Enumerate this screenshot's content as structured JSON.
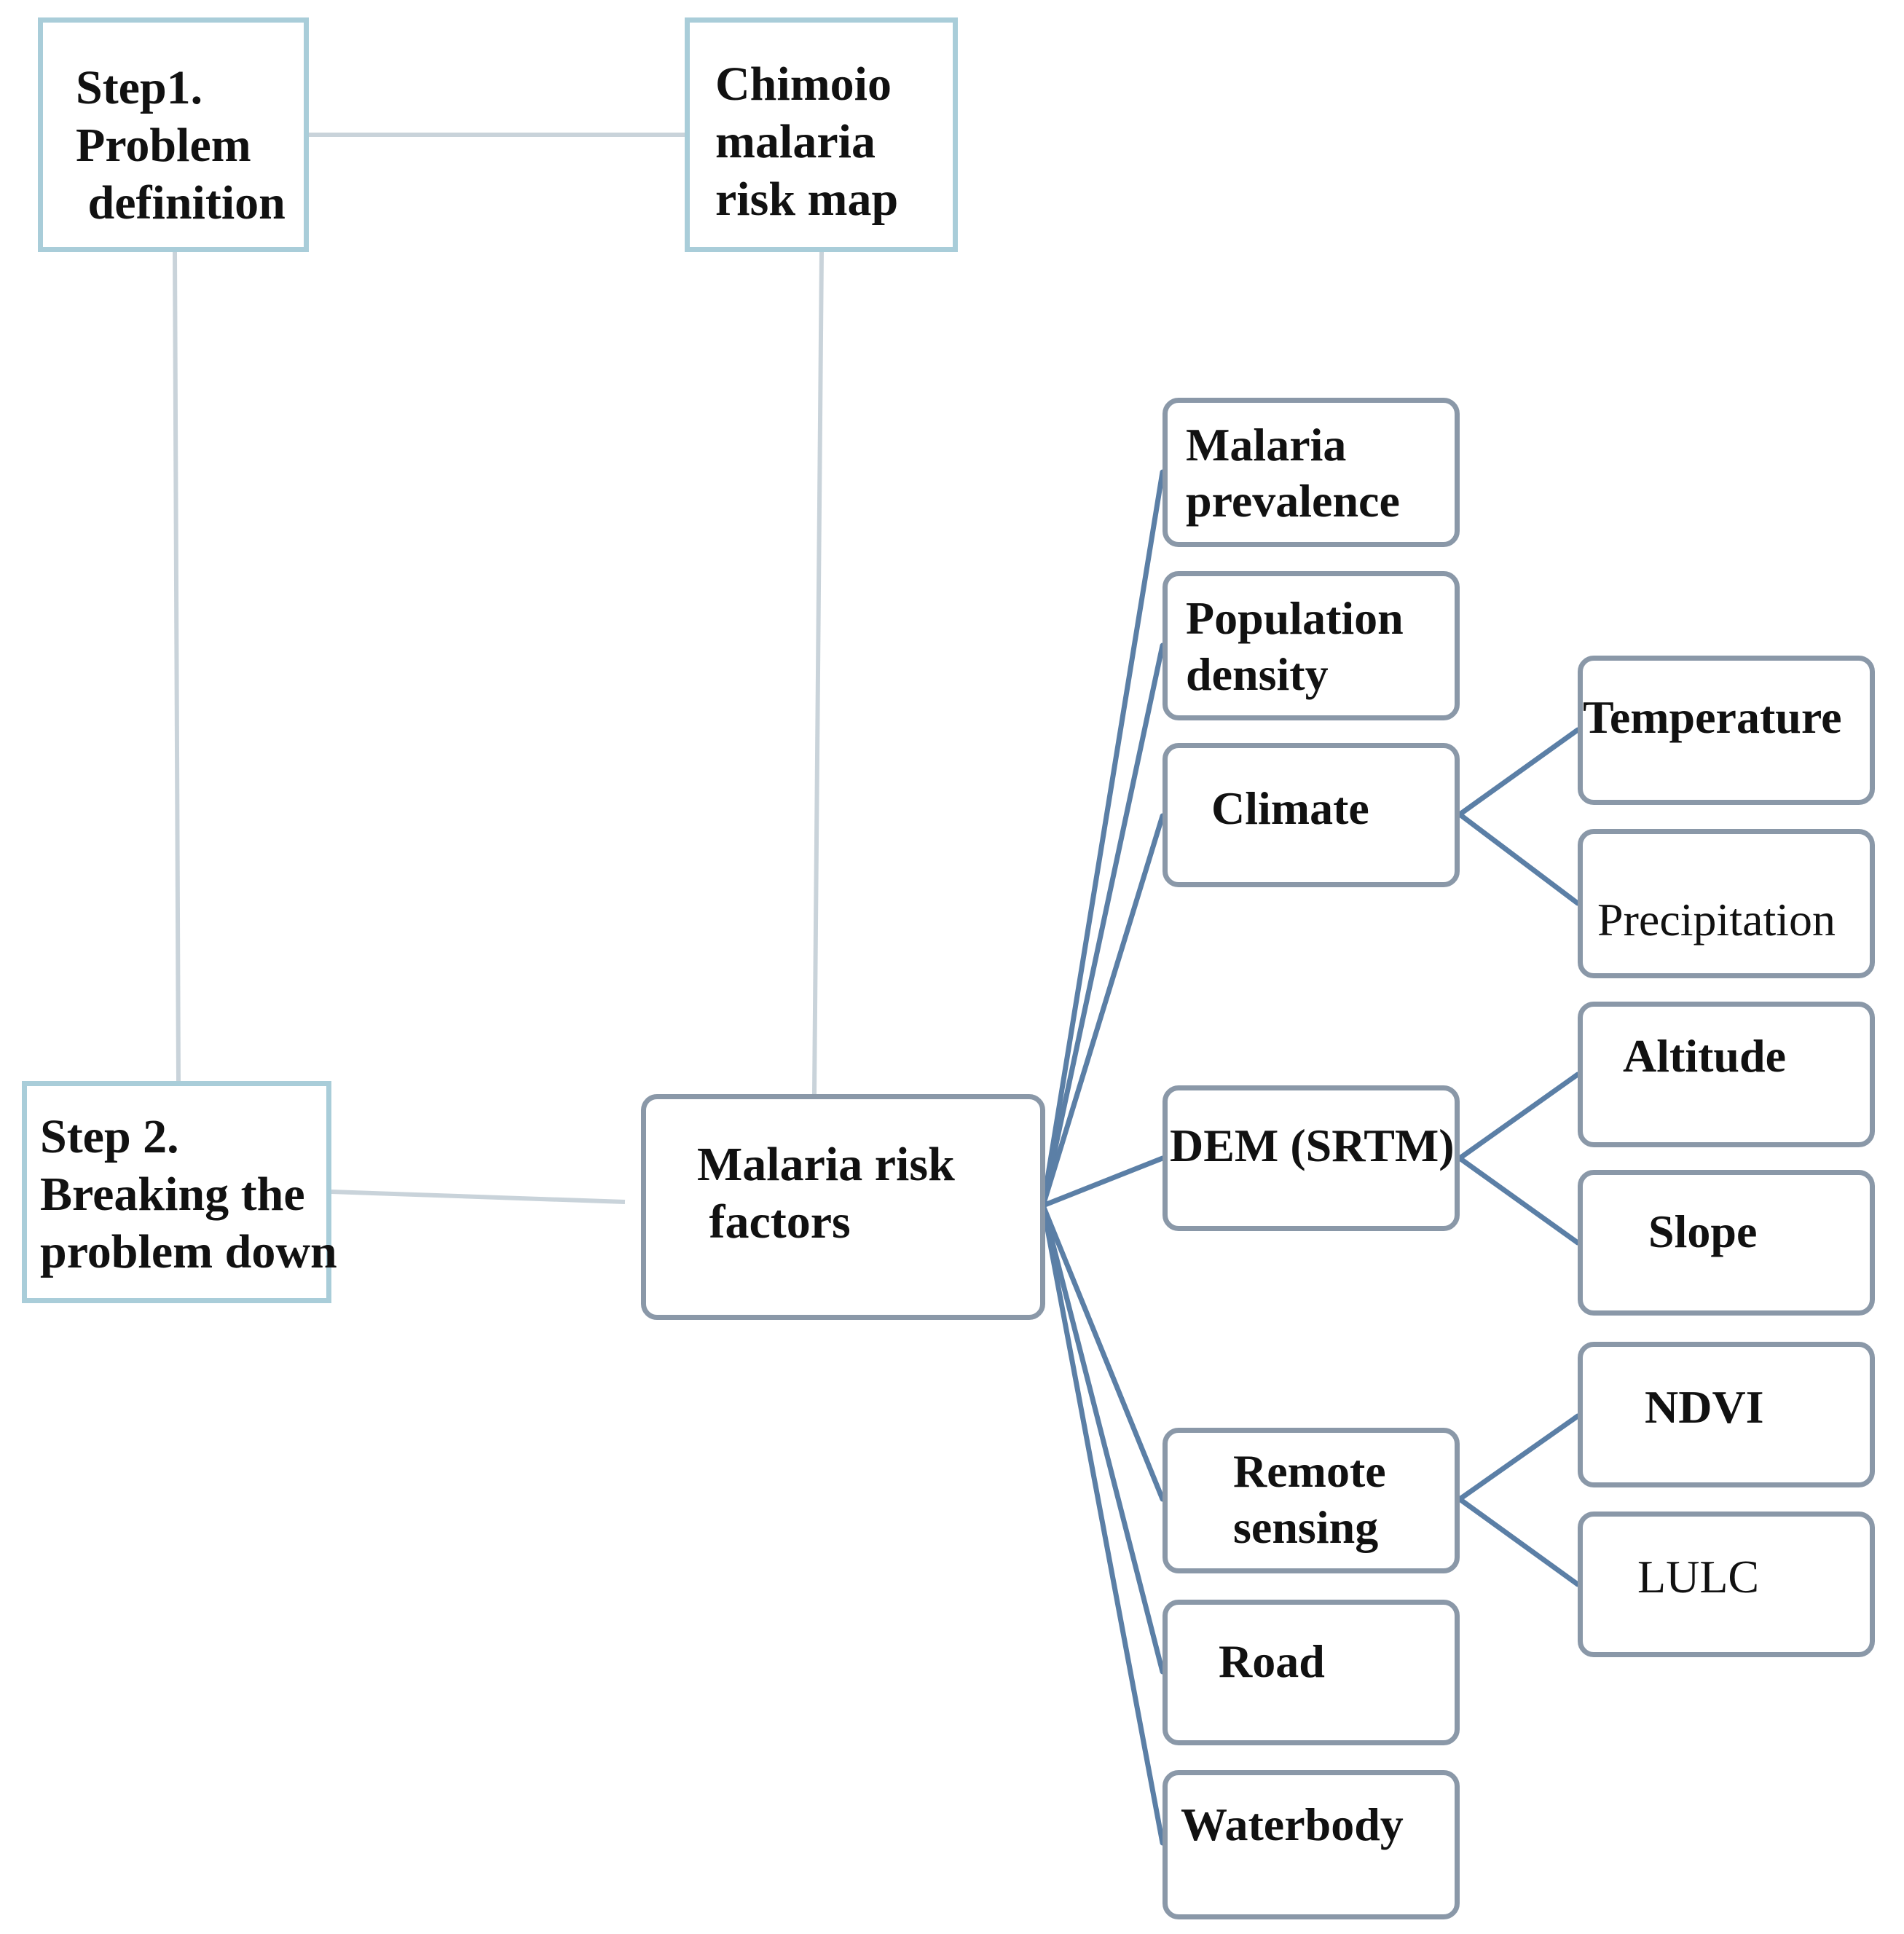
{
  "nodes": {
    "step1": "Step1.\nProblem\n definition",
    "chimoio": "Chimoio\nmalaria\nrisk map",
    "step2": "Step 2.\nBreaking the\nproblem down",
    "risk": "Malaria risk\n factors",
    "prevalence": "Malaria\nprevalence",
    "population": "Population\ndensity",
    "climate": "Climate",
    "dem": "DEM (SRTM)",
    "remote": "Remote\nsensing",
    "road": "Road",
    "waterbody": "Waterbody",
    "temperature": "Temperature",
    "precipitation": "Precipitation",
    "altitude": "Altitude",
    "slope": "Slope",
    "ndvi": "NDVI",
    "lulc": "LULC"
  },
  "colors": {
    "light_border": "#a9cdd9",
    "light_line": "#c9d3da",
    "dark_border": "#8a98a8",
    "dark_line": "#5b7fa6"
  }
}
